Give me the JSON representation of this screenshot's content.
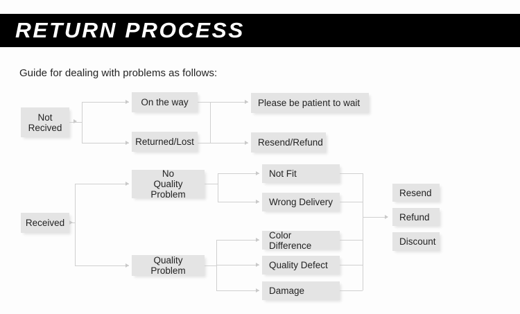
{
  "header": {
    "title": "RETURN PROCESS",
    "background_color": "#000000",
    "text_color": "#ffffff"
  },
  "subtitle": "Guide for dealing with problems as follows:",
  "theme": {
    "page_background": "#fdfdfd",
    "node_fill": "#e4e4e4",
    "node_text": "#222222",
    "connector_color": "#cfcfcf"
  },
  "diagram_data": {
    "type": "flowchart",
    "title": "Return Process",
    "flows": [
      {
        "id": "not-received",
        "root": "Not\nRecived",
        "branches": [
          {
            "stage_1": "On the way",
            "stage_2": "Please be patient to wait"
          },
          {
            "stage_1": "Returned/Lost",
            "stage_2": "Resend/Refund"
          }
        ]
      },
      {
        "id": "received",
        "root": "Received",
        "branches": [
          {
            "stage_1": "No\nQuality Problem",
            "stage_2": [
              "Not Fit",
              "Wrong Delivery"
            ]
          },
          {
            "stage_1": "Quality Problem",
            "stage_2": [
              "Color Difference",
              "Quality Defect",
              "Damage"
            ]
          }
        ],
        "outcomes": [
          "Resend",
          "Refund",
          "Discount"
        ]
      }
    ]
  },
  "nodes": {
    "not_received": "Not\nRecived",
    "on_the_way": "On the way",
    "returned_lost": "Returned/Lost",
    "please_wait": "Please be patient to wait",
    "resend_refund": "Resend/Refund",
    "received": "Received",
    "no_quality_problem": "No\nQuality Problem",
    "quality_problem": "Quality Problem",
    "not_fit": "Not Fit",
    "wrong_delivery": "Wrong Delivery",
    "color_difference": "Color Difference",
    "quality_defect": "Quality Defect",
    "damage": "Damage",
    "resend": "Resend",
    "refund": "Refund",
    "discount": "Discount"
  }
}
